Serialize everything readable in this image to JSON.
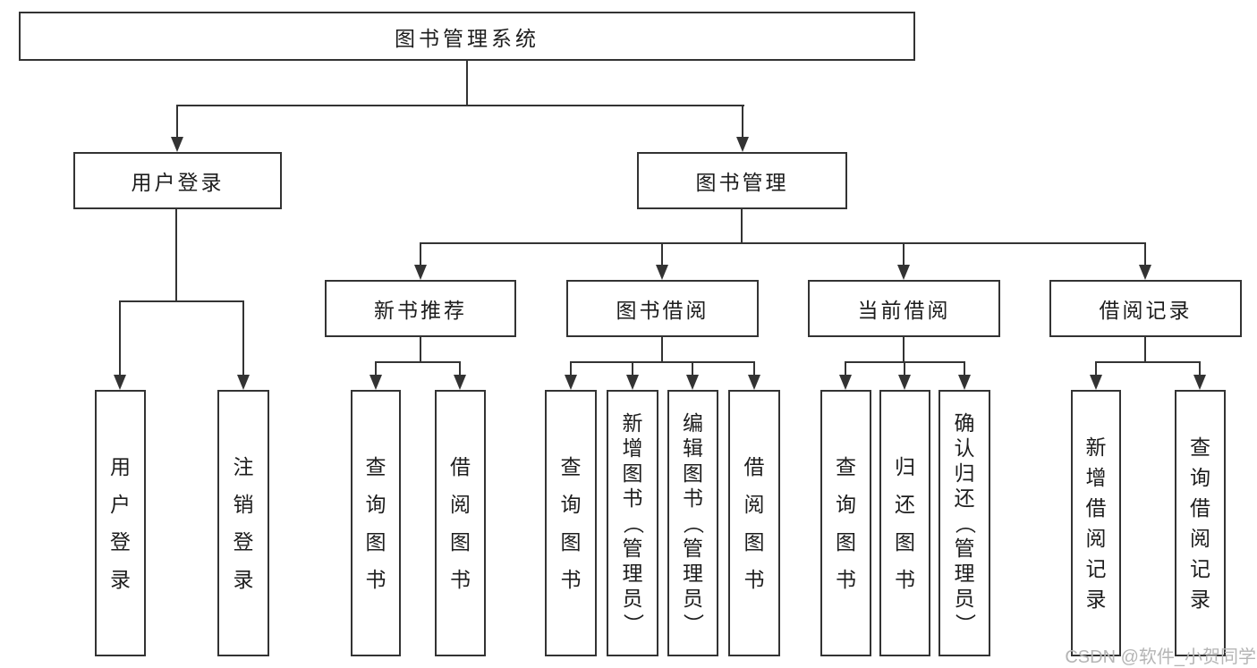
{
  "colors": {
    "line": "#333333",
    "text": "#1d1d1d",
    "background": "#ffffff",
    "watermark": "#b5b5b5"
  },
  "diagram": {
    "title": "图书管理系统",
    "root": {
      "label": "图书管理系统"
    },
    "level2": [
      {
        "label": "用户登录"
      },
      {
        "label": "图书管理"
      }
    ],
    "level3": [
      {
        "label": "新书推荐",
        "parent": "图书管理"
      },
      {
        "label": "图书借阅",
        "parent": "图书管理"
      },
      {
        "label": "当前借阅",
        "parent": "图书管理"
      },
      {
        "label": "借阅记录",
        "parent": "图书管理"
      }
    ],
    "leaves": [
      {
        "label": "用户登录",
        "parent": "用户登录"
      },
      {
        "label": "注销登录",
        "parent": "用户登录"
      },
      {
        "label": "查询图书",
        "parent": "新书推荐"
      },
      {
        "label": "借阅图书",
        "parent": "新书推荐"
      },
      {
        "label": "查询图书",
        "parent": "图书借阅"
      },
      {
        "label": "新增图书（管理员）",
        "parent": "图书借阅"
      },
      {
        "label": "编辑图书（管理员）",
        "parent": "图书借阅"
      },
      {
        "label": "借阅图书",
        "parent": "图书借阅"
      },
      {
        "label": "查询图书",
        "parent": "当前借阅"
      },
      {
        "label": "归还图书",
        "parent": "当前借阅"
      },
      {
        "label": "确认归还（管理员）",
        "parent": "当前借阅"
      },
      {
        "label": "新增借阅记录",
        "parent": "借阅记录"
      },
      {
        "label": "查询借阅记录",
        "parent": "借阅记录"
      }
    ],
    "watermark": "CSDN @软件_小贺同学"
  }
}
